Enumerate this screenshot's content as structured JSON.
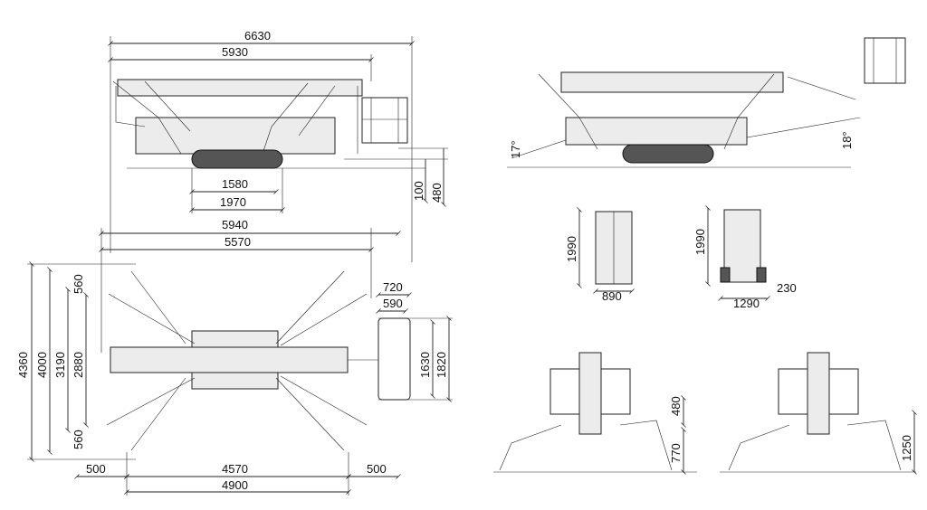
{
  "colors": {
    "line": "#222222",
    "fill": "#ececec",
    "background": "#ffffff"
  },
  "side_view": {
    "overall_length": "6630",
    "boom_length": "5930",
    "track_length": "1580",
    "machine_length": "1970",
    "ground_clearance": "100",
    "track_height": "480"
  },
  "slope_view": {
    "left_angle": "17°",
    "right_angle": "18°"
  },
  "top_view": {
    "outrigger_span_x": "5940",
    "outrigger_inner_x": "5570",
    "platform_depth": "720",
    "platform_inner": "590",
    "overall_width": "4360",
    "outrigger_span_y": "4000",
    "inner_span": "3190",
    "pad_span": "2880",
    "pad_offset_top": "560",
    "pad_offset_bottom": "560",
    "platform_inner_width": "1630",
    "platform_width": "1820",
    "left_offset": "500",
    "right_offset": "500",
    "footprint_inner": "4570",
    "footprint_overall": "4900"
  },
  "front_view": {
    "height_1": "1990",
    "width_1": "890",
    "height_2": "1990",
    "width_2": "1290",
    "track_offset": "230"
  },
  "platform_views": {
    "basket_height": "480",
    "ground_height": "770",
    "raised_height": "1250"
  }
}
